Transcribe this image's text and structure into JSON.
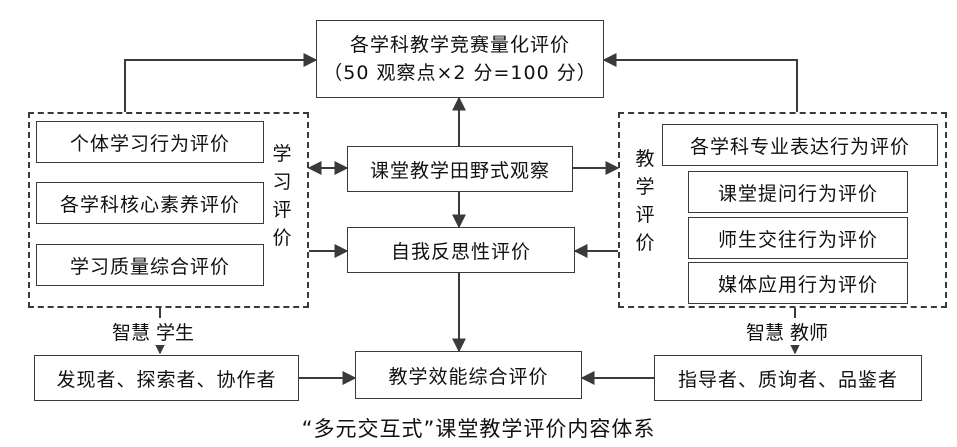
{
  "top": {
    "title": "各学科教学竞赛量化评价",
    "subtitle": "（50 观察点×2 分=100 分）"
  },
  "center": {
    "observation": "课堂教学田野式观察",
    "reflection": "自我反思性评价",
    "comprehensive": "教学效能综合评价"
  },
  "left_group": {
    "label_chars": [
      "学",
      "习",
      "评",
      "价"
    ],
    "items": [
      "个体学习行为评价",
      "各学科核心素养评价",
      "学习质量综合评价"
    ]
  },
  "right_group": {
    "label_chars": [
      "教",
      "学",
      "评",
      "价"
    ],
    "items": [
      "各学科专业表达行为评价",
      "课堂提问行为评价",
      "师生交往行为评价",
      "媒体应用行为评价"
    ]
  },
  "bottom_left": {
    "label": "智慧 学生",
    "roles": "发现者、探索者、协作者"
  },
  "bottom_right": {
    "label": "智慧 教师",
    "roles": "指导者、质询者、品鉴者"
  },
  "caption": "“多元交互式”课堂教学评价内容体系",
  "colors": {
    "line": "#3a3a3a",
    "text": "#111111",
    "background": "#ffffff"
  }
}
